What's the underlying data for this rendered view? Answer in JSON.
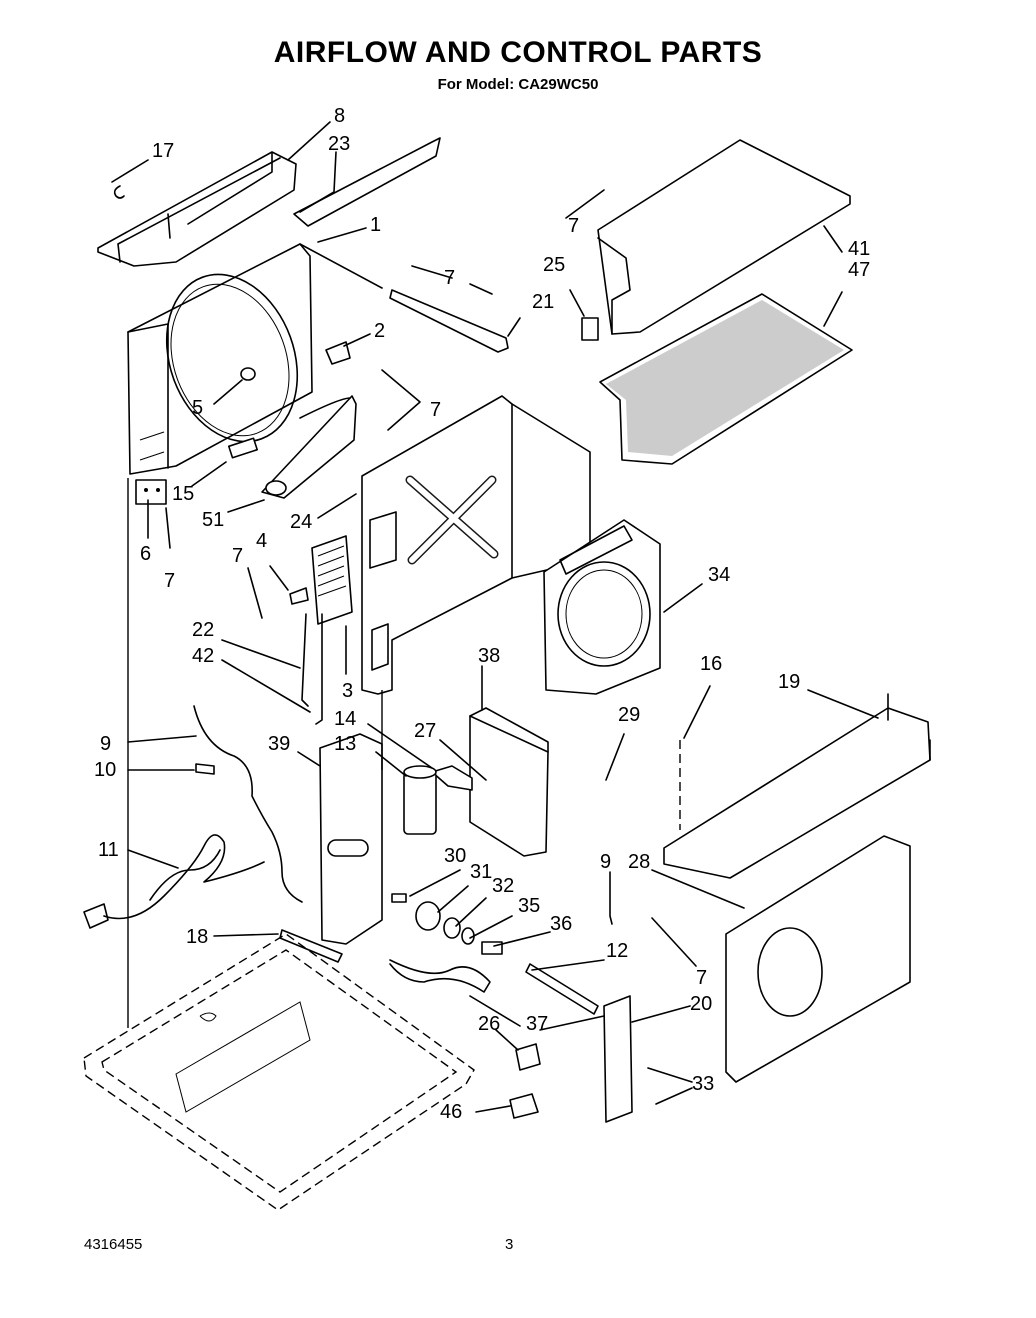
{
  "header": {
    "title": "AIRFLOW AND CONTROL PARTS",
    "subtitle": "For Model: CA29WC50"
  },
  "footer": {
    "doc_number": "4316455",
    "page_number": "3"
  },
  "callouts": [
    "17",
    "8",
    "23",
    "1",
    "7",
    "2",
    "5",
    "15",
    "6",
    "51",
    "4",
    "22",
    "42",
    "3",
    "24",
    "7",
    "25",
    "21",
    "41",
    "47",
    "34",
    "38",
    "27",
    "14",
    "13",
    "39",
    "9",
    "10",
    "11",
    "18",
    "29",
    "16",
    "19",
    "30",
    "31",
    "32",
    "35",
    "36",
    "12",
    "9",
    "28",
    "7",
    "20",
    "26",
    "37",
    "33",
    "46"
  ],
  "parts": {
    "p1": "1",
    "p2": "2",
    "p3": "3",
    "p4": "4",
    "p5": "5",
    "p6": "6",
    "p7": "7",
    "p8": "8",
    "p9": "9",
    "p10": "10",
    "p11": "11",
    "p12": "12",
    "p13": "13",
    "p14": "14",
    "p15": "15",
    "p16": "16",
    "p17": "17",
    "p18": "18",
    "p19": "19",
    "p20": "20",
    "p21": "21",
    "p22": "22",
    "p23": "23",
    "p24": "24",
    "p25": "25",
    "p26": "26",
    "p27": "27",
    "p28": "28",
    "p29": "29",
    "p30": "30",
    "p31": "31",
    "p32": "32",
    "p33": "33",
    "p34": "34",
    "p35": "35",
    "p36": "36",
    "p37": "37",
    "p38": "38",
    "p39": "39",
    "p41": "41",
    "p42": "42",
    "p46": "46",
    "p47": "47",
    "p51": "51"
  }
}
